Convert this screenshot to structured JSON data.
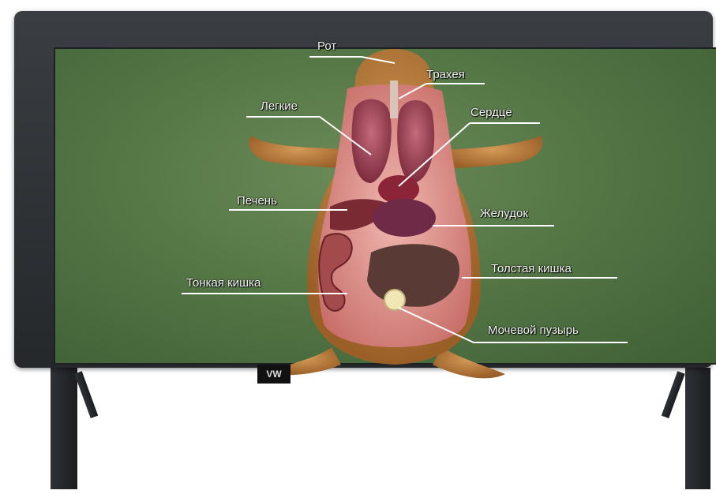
{
  "labels": {
    "mouth": "Рот",
    "trachea": "Трахея",
    "lungs": "Легкие",
    "heart": "Сердце",
    "liver": "Печень",
    "stomach": "Желудок",
    "small_intestine": "Тонкая кишка",
    "large_intestine": "Толстая кишка",
    "bladder": "Мочевой пузырь"
  },
  "brand_tag": "VW",
  "colors": {
    "board": "#557746",
    "frame": "#2c3033",
    "skin": "#b97a3a",
    "organ": "#8e2f3a",
    "label_line": "#ffffff"
  }
}
